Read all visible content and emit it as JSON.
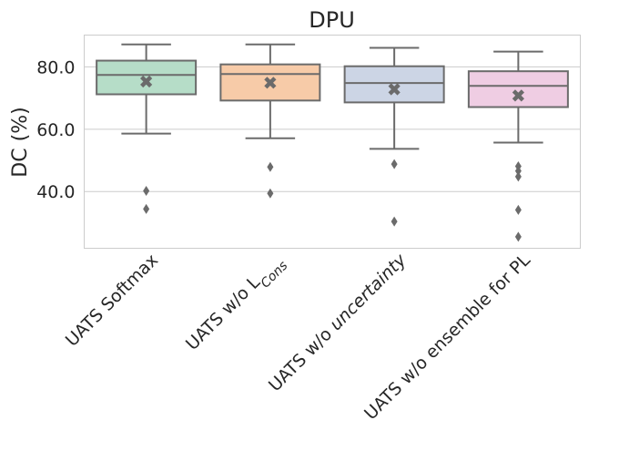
{
  "chart_data": {
    "type": "box",
    "title": "DPU",
    "xlabel": "",
    "ylabel": "DC (%)",
    "ylim": [
      21.8,
      90.2
    ],
    "yticks": [
      40.0,
      60.0,
      80.0
    ],
    "ytick_labels": [
      "40.0",
      "60.0",
      "80.0"
    ],
    "grid": "horizontal",
    "mean_marker": "x",
    "categories": [
      {
        "label": "UATS Softmax",
        "label_parts": [
          {
            "text": "UATS Softmax"
          }
        ]
      },
      {
        "label": "UATS w/o L_Cons",
        "label_parts": [
          {
            "text": "UATS w/o L"
          },
          {
            "text": "Cons",
            "sub": true,
            "italic": true
          }
        ]
      },
      {
        "label": "UATS w/o uncertainty",
        "label_parts": [
          {
            "text": "UATS w/o "
          },
          {
            "text": "uncertainty",
            "italic": true
          }
        ]
      },
      {
        "label": "UATS w/o ensemble for PL",
        "label_parts": [
          {
            "text": "UATS w/o ensemble for PL"
          }
        ]
      }
    ],
    "series": [
      {
        "whisker_low": 58.6,
        "q1": 71.2,
        "median": 77.4,
        "q3": 82.0,
        "whisker_high": 87.2,
        "mean": 75.3,
        "outliers": [
          40.2,
          34.4
        ],
        "color": "#b6ddc8"
      },
      {
        "whisker_low": 57.1,
        "q1": 69.2,
        "median": 77.7,
        "q3": 80.8,
        "whisker_high": 87.2,
        "mean": 74.9,
        "outliers": [
          47.9,
          39.4
        ],
        "color": "#f7cba8"
      },
      {
        "whisker_low": 53.7,
        "q1": 68.6,
        "median": 74.8,
        "q3": 80.2,
        "whisker_high": 86.1,
        "mean": 72.8,
        "outliers": [
          48.8,
          30.4
        ],
        "color": "#ccd5e5"
      },
      {
        "whisker_low": 55.7,
        "q1": 67.1,
        "median": 73.9,
        "q3": 78.6,
        "whisker_high": 84.9,
        "mean": 70.8,
        "outliers": [
          48.1,
          46.6,
          44.8,
          34.1,
          25.5
        ],
        "color": "#efcde3"
      }
    ]
  }
}
